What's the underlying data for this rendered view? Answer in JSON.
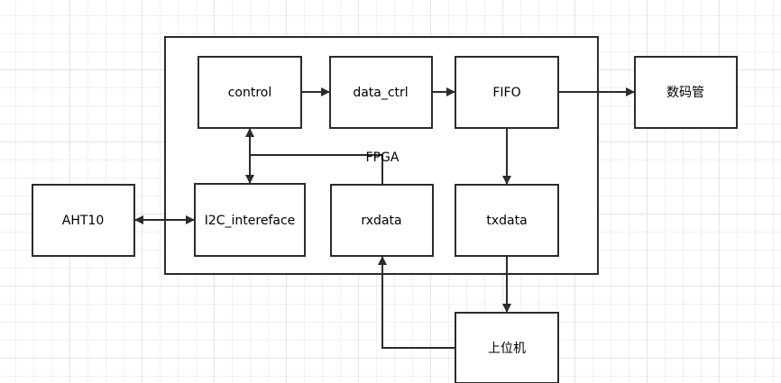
{
  "diagram": {
    "group": {
      "label": "FPGA"
    },
    "nodes": {
      "control": "control",
      "data_ctrl": "data_ctrl",
      "fifo": "FIFO",
      "display": "数码管",
      "aht10": "AHT10",
      "i2c_interface": "I2C_intereface",
      "rxdata": "rxdata",
      "txdata": "txdata",
      "host": "上位机"
    },
    "edges": [
      {
        "from": "control",
        "to": "data_ctrl"
      },
      {
        "from": "data_ctrl",
        "to": "FIFO"
      },
      {
        "from": "FIFO",
        "to": "数码管"
      },
      {
        "from": "FIFO",
        "to": "txdata"
      },
      {
        "from": "txdata",
        "to": "上位机"
      },
      {
        "from": "上位机",
        "to": "rxdata"
      },
      {
        "from": "rxdata",
        "to": "control"
      },
      {
        "from": "control",
        "to": "I2C_intereface",
        "bidirectional": true
      },
      {
        "from": "AHT10",
        "to": "I2C_intereface",
        "bidirectional": true
      }
    ],
    "colors": {
      "stroke": "#2b2b2b",
      "fill": "#ffffff",
      "text": "#000000"
    }
  }
}
